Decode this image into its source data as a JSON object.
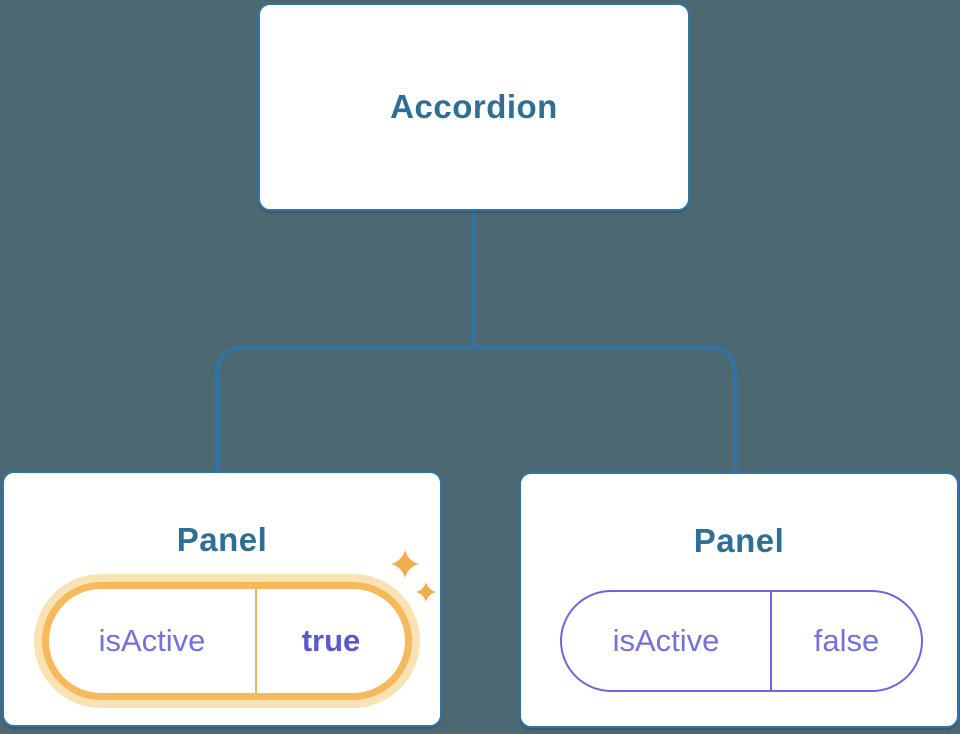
{
  "colors": {
    "background": "#4C6973",
    "node_border_blue": "#3174A6",
    "connector_blue": "#2F74A4",
    "title_blue": "#2F6F96",
    "state_purple": "#7471DA",
    "state_value_purple_bold": "#5957D2",
    "active_pill_orange": "#F6B95B",
    "active_pill_glow": "#FBE2B4",
    "sparkle_orange": "#F2AE4D"
  },
  "tree": {
    "root": {
      "label": "Accordion"
    },
    "panels": [
      {
        "title": "Panel",
        "state": {
          "key": "isActive",
          "value": "true"
        },
        "active": true,
        "icon": "sparkles-icon"
      },
      {
        "title": "Panel",
        "state": {
          "key": "isActive",
          "value": "false"
        },
        "active": false
      }
    ]
  }
}
